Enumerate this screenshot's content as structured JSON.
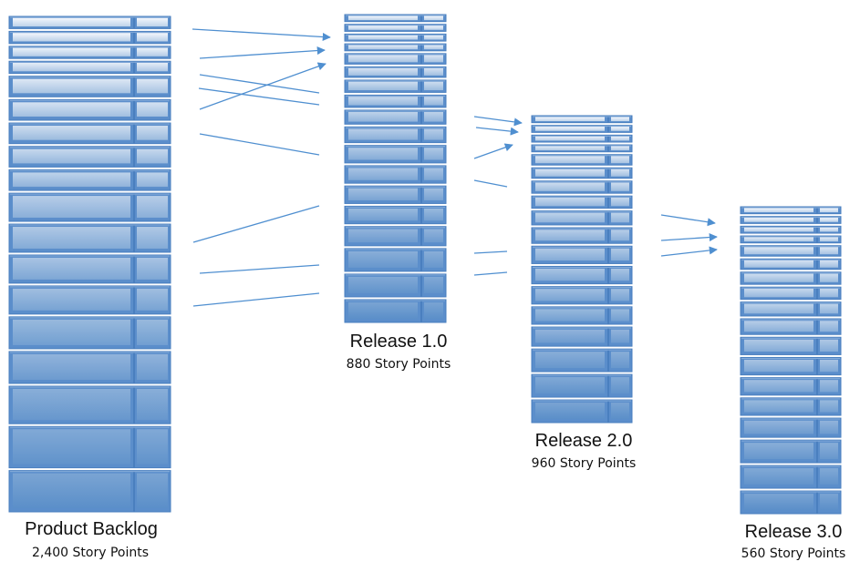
{
  "stacks": [
    {
      "id": "product-backlog",
      "title": "Product Backlog",
      "subtitle": "2,400 Story Points"
    },
    {
      "id": "release-1",
      "title": "Release 1.0",
      "subtitle": "880 Story Points"
    },
    {
      "id": "release-2",
      "title": "Release 2.0",
      "subtitle": "960 Story Points"
    },
    {
      "id": "release-3",
      "title": "Release 3.0",
      "subtitle": "560 Story Points"
    }
  ],
  "colors": {
    "block_top": "#f4f7fc",
    "block_bottom": "#5b8fc9",
    "block_edge": "#4a7fbf",
    "block_side": "#5b8ecb",
    "block_bevel": "#86acd9",
    "arrow": "#4f8fd0"
  }
}
